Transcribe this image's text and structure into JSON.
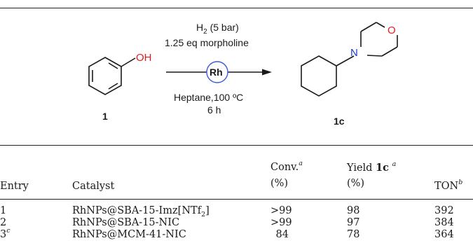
{
  "scheme": {
    "reactant": {
      "label": "1",
      "substituent": "OH"
    },
    "conditions_above": {
      "h2": "H",
      "h2_sub": "2",
      "h2_rest": " (5 bar)",
      "line2": "1.25 eq morpholine"
    },
    "catalyst": "Rh",
    "conditions_below": {
      "line1": "Heptane,100 ºC",
      "line2": "6 h"
    },
    "product": {
      "label": "1c",
      "atom_n": "N",
      "atom_o": "O"
    }
  },
  "table": {
    "headers": {
      "entry": "Entry",
      "catalyst": "Catalyst",
      "conv": "Conv.",
      "conv_sup": "a",
      "conv_unit": "(%)",
      "yield": "Yield ",
      "yield_bold": "1c",
      "yield_sup": "a",
      "yield_unit": "(%)",
      "ton": "TON",
      "ton_sup": "b"
    },
    "rows": [
      {
        "entry": "1",
        "entry_sup": "",
        "cat_pre": "RhNPs@SBA-15-Imz[NTf",
        "cat_sub": "2",
        "cat_post": "]",
        "conv": ">99",
        "yield": "98",
        "ton": "392"
      },
      {
        "entry": "2",
        "entry_sup": "",
        "cat_pre": "RhNPs@SBA-15-NIC",
        "cat_sub": "",
        "cat_post": "",
        "conv": ">99",
        "yield": "97",
        "ton": "384"
      },
      {
        "entry": "3",
        "entry_sup": "c",
        "cat_pre": "RhNPs@MCM-41-NIC",
        "cat_sub": "",
        "cat_post": "",
        "conv": "84",
        "yield": "78",
        "ton": "364"
      }
    ]
  }
}
